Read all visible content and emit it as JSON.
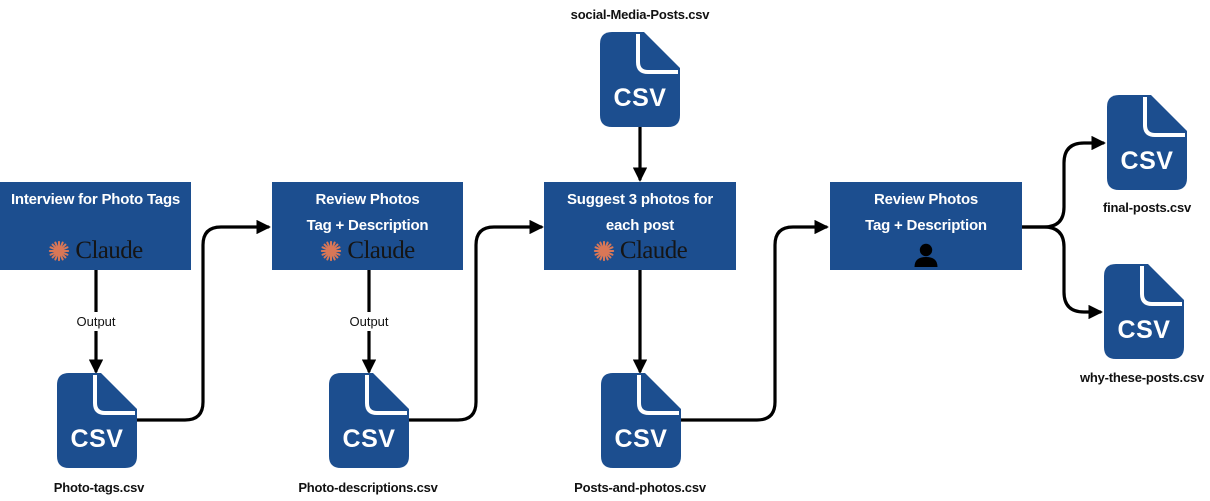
{
  "steps": [
    {
      "id": "interview",
      "lines": [
        "Interview for Photo Tags"
      ],
      "actor": "Claude"
    },
    {
      "id": "review1",
      "lines": [
        "Review Photos",
        "Tag + Description"
      ],
      "actor": "Claude"
    },
    {
      "id": "suggest",
      "lines": [
        "Suggest 3 photos for",
        "each post"
      ],
      "actor": "Claude"
    },
    {
      "id": "review2",
      "lines": [
        "Review Photos",
        "Tag + Description"
      ],
      "actor": "person-icon"
    }
  ],
  "files": {
    "type_label": "CSV",
    "social_media": "social-Media-Posts.csv",
    "photo_tags": "Photo-tags.csv",
    "photo_descriptions": "Photo-descriptions.csv",
    "posts_and_photos": "Posts-and-photos.csv",
    "final_posts": "final-posts.csv",
    "why_these_posts": "why-these-posts.csv"
  },
  "edge_labels": {
    "output1": "Output",
    "output2": "Output"
  },
  "brand": {
    "wordmark": "Claude"
  },
  "colors": {
    "box": "#1c4e8f",
    "spark": "#d97757",
    "line": "#000000"
  }
}
